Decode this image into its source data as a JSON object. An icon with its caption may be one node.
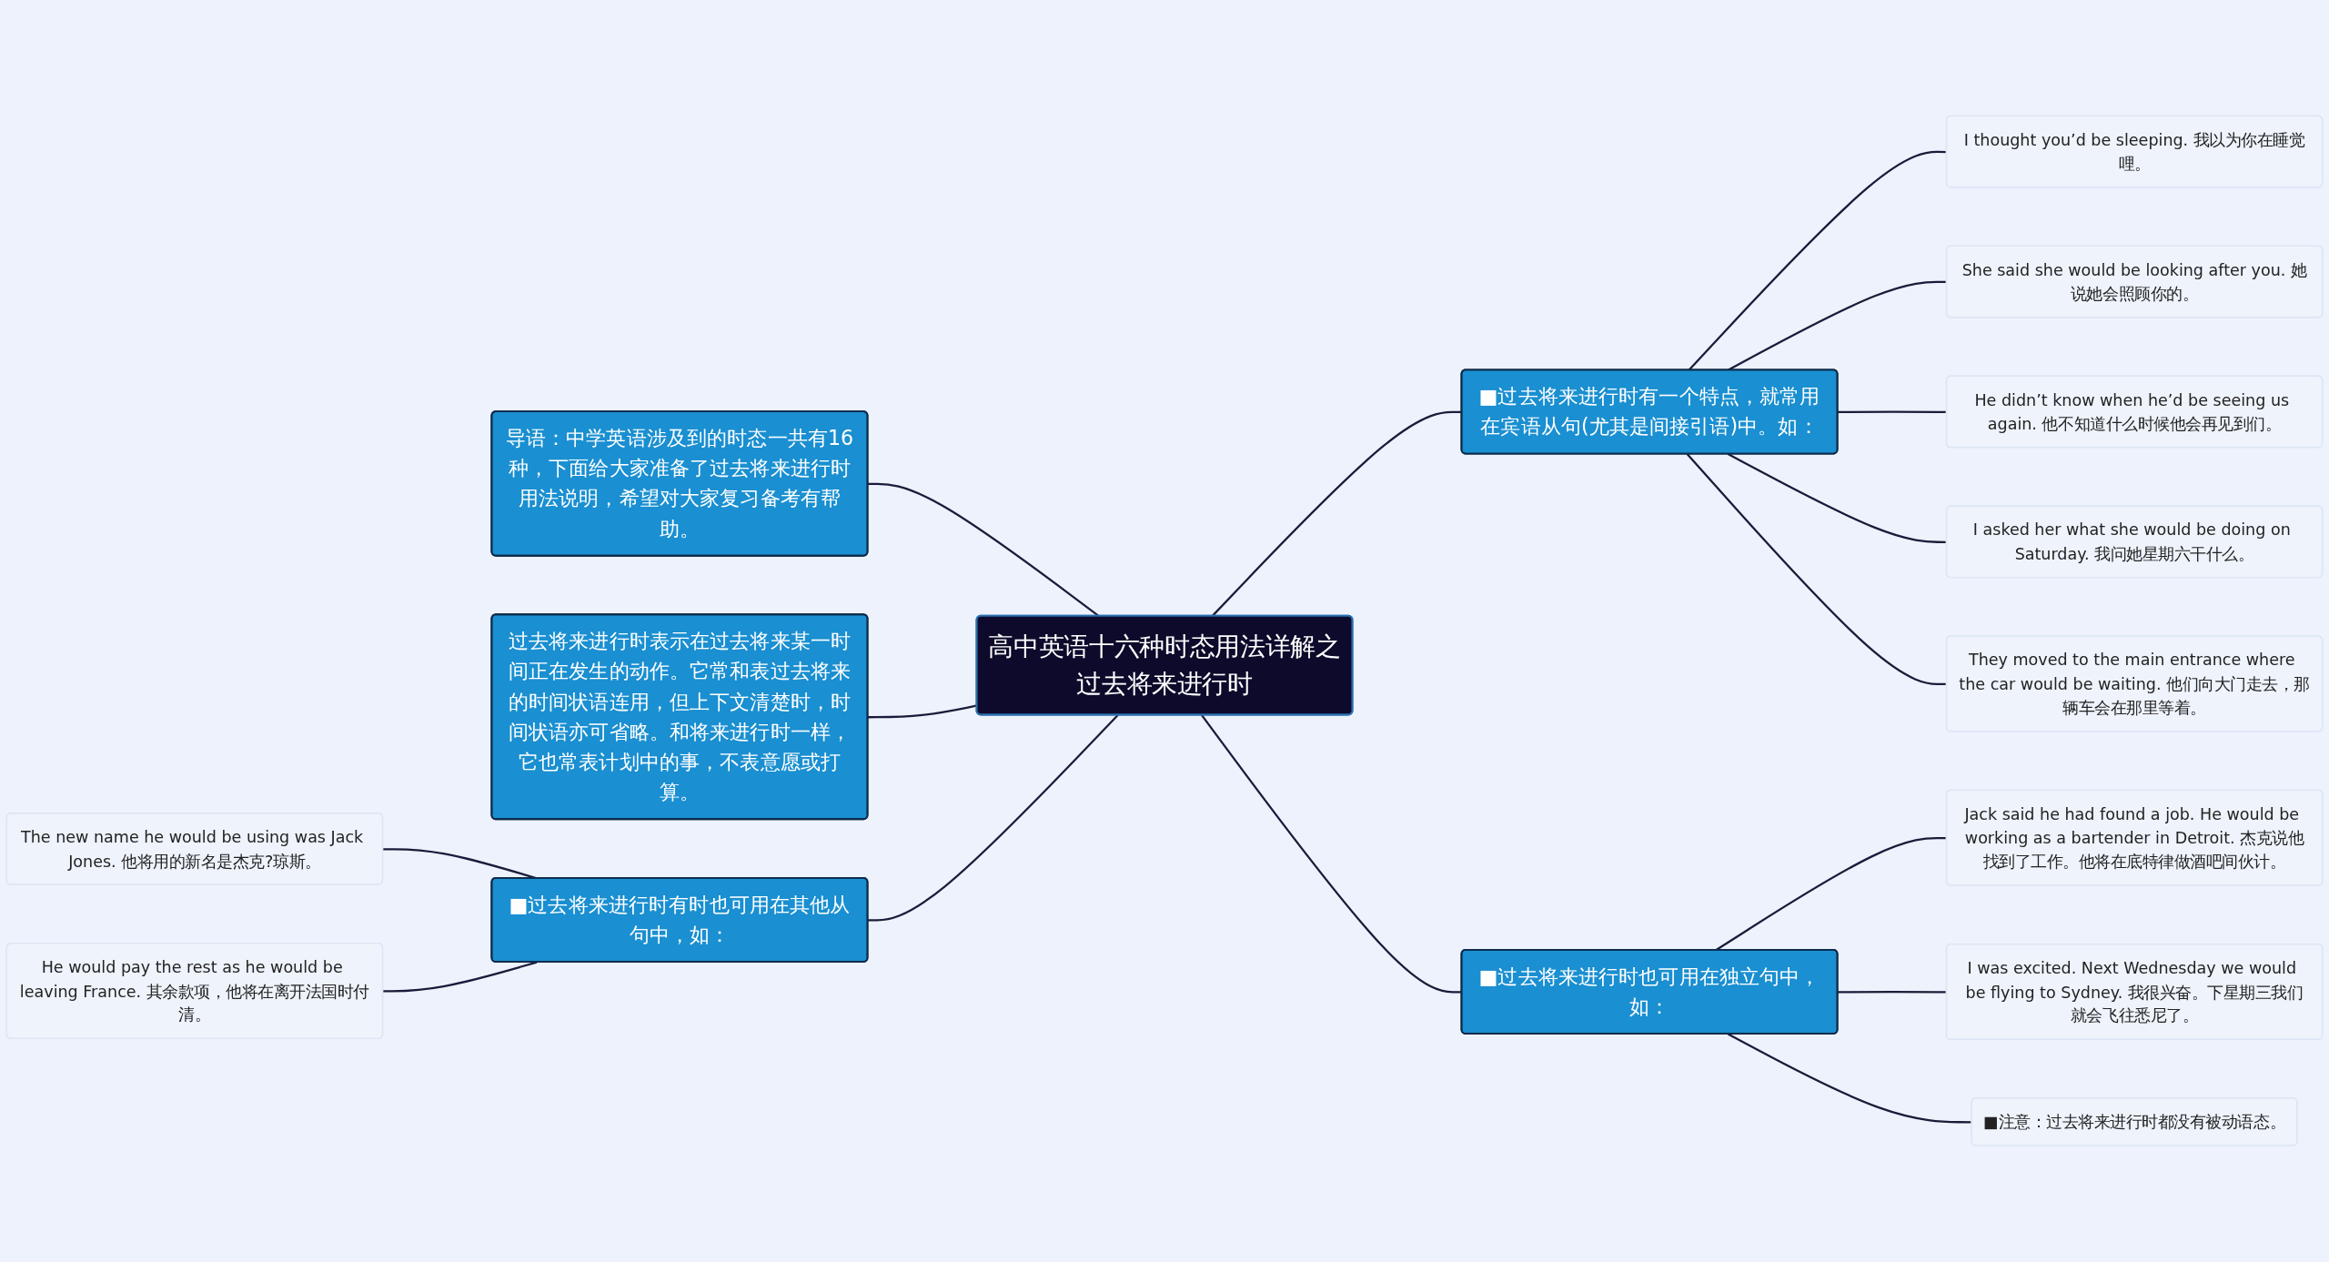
{
  "diagram": {
    "nodes": [
      {
        "text": [
          "高中英语十六种时态用法详解之过去将来进行时"
        ]
      },
      {
        "text": [
          "导语：中学英语涉及到的时态一共有16种，下面给大家准备了过去将来进行时用法说明，希望对大家复习备考有帮助。"
        ]
      },
      {
        "text": [
          "过去将来进行时表示在过去将来某一时间正在发生的动作。它常和表过去将来的时间状语连用，但上下文清楚时，时间状语亦可省略。和将来进行时一样，它也常表计划中的事，不表意愿或打算。"
        ]
      },
      {
        "text": [
          "■过去将来进行时有一个特点，就常用在宾语从句(尤其是间接引语)中。如："
        ]
      },
      {
        "text": [
          "I thought you’d be sleeping. 我以为你在睡觉哩。"
        ]
      },
      {
        "text": [
          "She said she would be looking after you. 她说她会照顾你的。"
        ]
      },
      {
        "text": [
          "He didn’t know when he’d be seeing us again. 他不知道什么时候他会再见到们。"
        ]
      },
      {
        "text": [
          "I asked her what she would be doing on Saturday. 我问她星期六干什么。"
        ]
      },
      {
        "text": [
          "They moved to the main entrance where the car would be waiting. 他们向大门走去，那辆车会在那里等着。"
        ]
      },
      {
        "text": [
          "■过去将来进行时有时也可用在其他从句中，如："
        ]
      },
      {
        "text": [
          "The new name he would be using was Jack Jones. 他将用的新名是杰克?琼斯。"
        ]
      },
      {
        "text": [
          "He would pay the rest as he would be leaving France. 其余款项，他将在离开法国时付清。"
        ]
      },
      {
        "text": [
          "■过去将来进行时也可用在独立句中，如："
        ]
      },
      {
        "text": [
          "Jack said he had found a job. He would be working as a bartender in Detroit. 杰克说他找到了工作。他将在底特律做酒吧间伙计。"
        ]
      },
      {
        "text": [
          "I was excited. Next Wednesday we would be flying to Sydney. 我很兴奋。下星期三我们就会飞往悉尼了。"
        ]
      },
      {
        "text": [
          "■注意：过去将来进行时都没有被动语态。"
        ]
      }
    ],
    "edges": [
      {
        "from": 0,
        "to": 1,
        "arrow": "none"
      },
      {
        "from": 0,
        "to": 2,
        "arrow": "none"
      },
      {
        "from": 0,
        "to": 3,
        "arrow": "none"
      },
      {
        "from": 3,
        "to": 4,
        "arrow": "none"
      },
      {
        "from": 3,
        "to": 5,
        "arrow": "none"
      },
      {
        "from": 3,
        "to": 6,
        "arrow": "none"
      },
      {
        "from": 3,
        "to": 7,
        "arrow": "none"
      },
      {
        "from": 3,
        "to": 8,
        "arrow": "none"
      },
      {
        "from": 0,
        "to": 9,
        "arrow": "none"
      },
      {
        "from": 9,
        "to": 10,
        "arrow": "none"
      },
      {
        "from": 9,
        "to": 11,
        "arrow": "none"
      },
      {
        "from": 0,
        "to": 12,
        "arrow": "none"
      },
      {
        "from": 12,
        "to": 13,
        "arrow": "none"
      },
      {
        "from": 12,
        "to": 14,
        "arrow": "none"
      },
      {
        "from": 12,
        "to": 15,
        "arrow": "none"
      }
    ]
  }
}
